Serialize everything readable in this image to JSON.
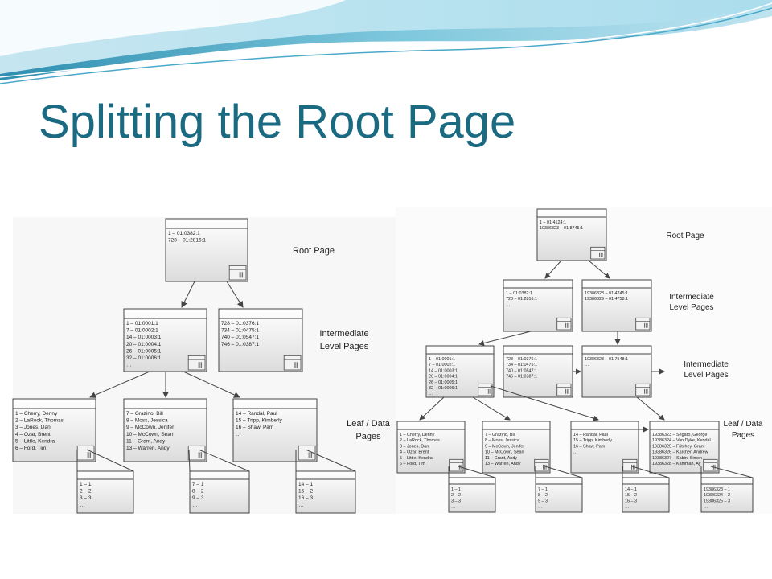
{
  "slide": {
    "title": "Splitting the Root Page"
  },
  "left": {
    "labels": {
      "root": "Root Page",
      "intermediate": [
        "Intermediate",
        "Level Pages"
      ],
      "leaf": [
        "Leaf / Data",
        "Pages"
      ]
    },
    "boxes": [
      {
        "name": "root-page",
        "lines": [
          "1 – 01:0382:1",
          "728 – 01:2816:1"
        ]
      },
      {
        "name": "intermediate-page-1",
        "lines": [
          "1 – 01:0001:1",
          "7 – 01:0002:1",
          "14 – 01:0003:1",
          "20 – 01:0004:1",
          "26 – 01:0005:1",
          "32 – 01:0006:1",
          "…"
        ]
      },
      {
        "name": "intermediate-page-2",
        "lines": [
          "728 – 01:0376:1",
          "734 – 01:0475:1",
          "740 – 01:0547:1",
          "746 – 01:0387:1"
        ]
      },
      {
        "name": "leaf-page-1",
        "lines": [
          "1 – Cherry, Denny",
          "2 – LaRock, Thomas",
          "3 – Jones, Dan",
          "4 – Ozar, Brent",
          "5 – Little, Kendra",
          "6 – Ford, Tim"
        ]
      },
      {
        "name": "leaf-page-2",
        "lines": [
          "7 – Grazino, Bill",
          "8 – Moss, Jessica",
          "9 – McCown, Jenifer",
          "10 – McCown, Sean",
          "11 – Grant, Andy",
          "13 – Warren, Andy"
        ]
      },
      {
        "name": "leaf-page-3",
        "lines": [
          "14 – Randal, Paul",
          "15 – Tripp, Kimberly",
          "16 – Shaw, Pam",
          "…"
        ]
      },
      {
        "name": "row-detail-1",
        "lines": [
          "1 – 1",
          "2 – 2",
          "3 – 3",
          "…"
        ]
      },
      {
        "name": "row-detail-2",
        "lines": [
          "7 – 1",
          "8 – 2",
          "9 – 3",
          "…"
        ]
      },
      {
        "name": "row-detail-3",
        "lines": [
          "14 – 1",
          "15 – 2",
          "16 – 3",
          "…"
        ]
      }
    ]
  },
  "right": {
    "labels": {
      "root": "Root Page",
      "intermediate_1": [
        "Intermediate",
        "Level Pages"
      ],
      "intermediate_2": [
        "Intermediate",
        "Level Pages"
      ],
      "leaf": [
        "Leaf / Data",
        "Pages"
      ]
    },
    "boxes": [
      {
        "name": "root-page",
        "lines": [
          "1 – 01:4124:1",
          "19386323 – 01:8745:1"
        ]
      },
      {
        "name": "upper-intermediate-page-1",
        "lines": [
          "1 – 01:0382:1",
          "728 – 01:2816:1",
          "…"
        ]
      },
      {
        "name": "upper-intermediate-page-2",
        "lines": [
          "19386323 – 01:4745:1",
          "19386329 – 01:4758:1"
        ]
      },
      {
        "name": "lower-intermediate-page-1",
        "lines": [
          "1 – 01:0001:1",
          "7 – 01:0002:1",
          "14 – 01:0003:1",
          "20 – 01:0004:1",
          "26 – 01:0005:1",
          "32 – 01:0006:1",
          "…"
        ]
      },
      {
        "name": "lower-intermediate-page-2",
        "lines": [
          "728 – 01:0376:1",
          "734 – 01:0475:1",
          "740 – 01:0547:1",
          "746 – 01:0387:1"
        ]
      },
      {
        "name": "lower-intermediate-page-3",
        "lines": [
          "19386323 – 01:7548:1",
          "…"
        ]
      },
      {
        "name": "leaf-page-1",
        "lines": [
          "1 – Cherry, Denny",
          "2 – LaRock, Thomas",
          "3 – Jones, Dan",
          "4 – Ozar, Brent",
          "5 – Little, Kendra",
          "6 – Ford, Tim"
        ]
      },
      {
        "name": "leaf-page-2",
        "lines": [
          "7 – Grazino, Bill",
          "8 – Moss, Jessica",
          "9 – McCown, Jenifer",
          "10 – McCown, Sean",
          "11 – Grant, Andy",
          "13 – Warren, Andy"
        ]
      },
      {
        "name": "leaf-page-3",
        "lines": [
          "14 – Randal, Paul",
          "15 – Tripp, Kimberly",
          "16 – Shaw, Pam",
          "…"
        ]
      },
      {
        "name": "leaf-page-4",
        "lines": [
          "19386323 – Segaro, George",
          "19386324 – Van Dyke, Kendal",
          "19386325 – Fritchey, Grant",
          "19386326 – Karcher, Andrew",
          "19386327 – Sabin, Simon",
          "19386328 – Kamman, Ay"
        ]
      },
      {
        "name": "row-detail-1",
        "lines": [
          "1 – 1",
          "2 – 2",
          "3 – 3",
          "…"
        ]
      },
      {
        "name": "row-detail-2",
        "lines": [
          "7 – 1",
          "8 – 2",
          "9 – 3",
          "…"
        ]
      },
      {
        "name": "row-detail-3",
        "lines": [
          "14 – 1",
          "15 – 2",
          "16 – 3",
          "…"
        ]
      },
      {
        "name": "row-detail-4",
        "lines": [
          "19386323 – 1",
          "19386324 – 2",
          "19386325 – 3",
          "…"
        ]
      }
    ]
  },
  "colors": {
    "title": "#1a6a82",
    "box_border": "#444444",
    "arrow": "#444444",
    "banner_light": "#bfe4f0",
    "banner_mid": "#7cc6dc",
    "banner_dark": "#2e8fb0"
  },
  "icons": [
    "page-icon"
  ]
}
